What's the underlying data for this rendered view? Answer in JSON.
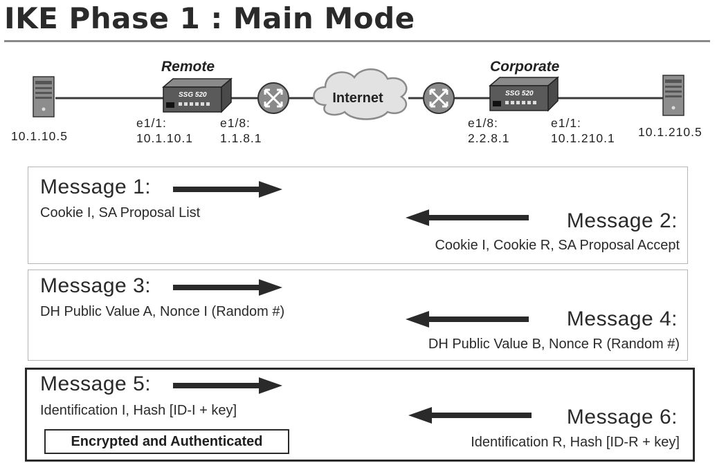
{
  "title": "IKE Phase 1 : Main Mode",
  "topology": {
    "remote_label": "Remote",
    "corporate_label": "Corporate",
    "internet_label": "Internet",
    "remote_host_ip": "10.1.10.5",
    "corporate_host_ip": "10.1.210.5",
    "remote_gateway_model": "SSG 520",
    "corporate_gateway_model": "SSG 520",
    "remote_e11_label": "e1/1:",
    "remote_e11_ip": "10.1.10.1",
    "remote_e18_label": "e1/8:",
    "remote_e18_ip": "1.1.8.1",
    "corporate_e18_label": "e1/8:",
    "corporate_e18_ip": "2.2.8.1",
    "corporate_e11_label": "e1/1:",
    "corporate_e11_ip": "10.1.210.1"
  },
  "messages": [
    {
      "title": "Message 1:",
      "text": "Cookie I, SA Proposal List",
      "direction": "right"
    },
    {
      "title": "Message 2:",
      "text": "Cookie I, Cookie R, SA Proposal Accept",
      "direction": "left"
    },
    {
      "title": "Message 3:",
      "text": "DH Public Value A, Nonce I (Random #)",
      "direction": "right"
    },
    {
      "title": "Message 4:",
      "text": "DH Public Value B, Nonce R (Random #)",
      "direction": "left"
    },
    {
      "title": "Message 5:",
      "text": "Identification I, Hash [ID-I + key]",
      "direction": "right"
    },
    {
      "title": "Message 6:",
      "text": "Identification R, Hash [ID-R + key]",
      "direction": "left"
    }
  ],
  "encrypted_label": "Encrypted and Authenticated",
  "colors": {
    "ink": "#2a2a2a",
    "rule": "#8a8a8a",
    "box_border": "#b5b5b5",
    "device": "#3a3a3a"
  }
}
